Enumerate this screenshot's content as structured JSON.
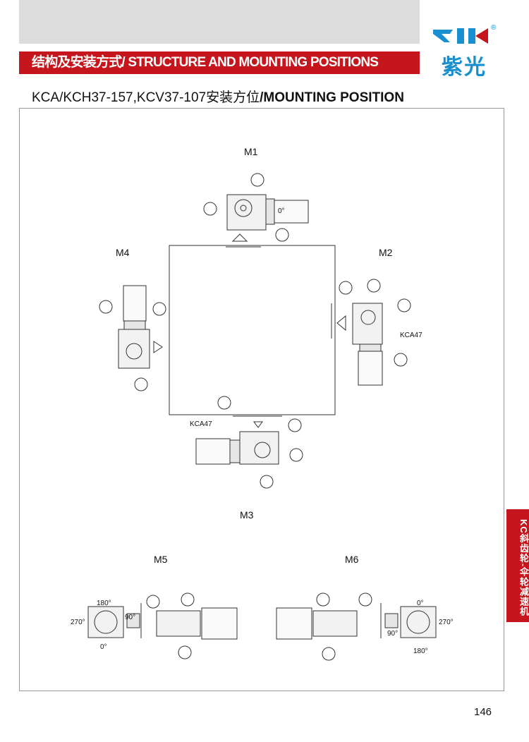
{
  "header": {
    "banner_title": "结构及安装方式/ STRUCTURE AND MOUNTING POSITIONS",
    "logo_text": "ZIK",
    "logo_cn": "紫光"
  },
  "subtitle": {
    "models": "KCA/KCH37-157,KCV37-107安装方位",
    "suffix": "/MOUNTING POSITION"
  },
  "positions": {
    "m1": "M1",
    "m2": "M2",
    "m3": "M3",
    "m4": "M4",
    "m5": "M5",
    "m6": "M6"
  },
  "notes": {
    "kca47_m2": "KCA47",
    "kca47_m3": "KCA47",
    "zero_deg": "0°"
  },
  "angles": {
    "m5": {
      "top": "180°",
      "left": "270°",
      "right": "90°",
      "bottom": "0°"
    },
    "m6": {
      "top": "0°",
      "right": "270°",
      "left": "90°",
      "bottom": "180°"
    }
  },
  "side_tab": "KC斜齿轮-伞轮减速机",
  "page_number": "146",
  "colors": {
    "brand_red": "#c4161c",
    "logo_blue": "#1a8fd0"
  }
}
